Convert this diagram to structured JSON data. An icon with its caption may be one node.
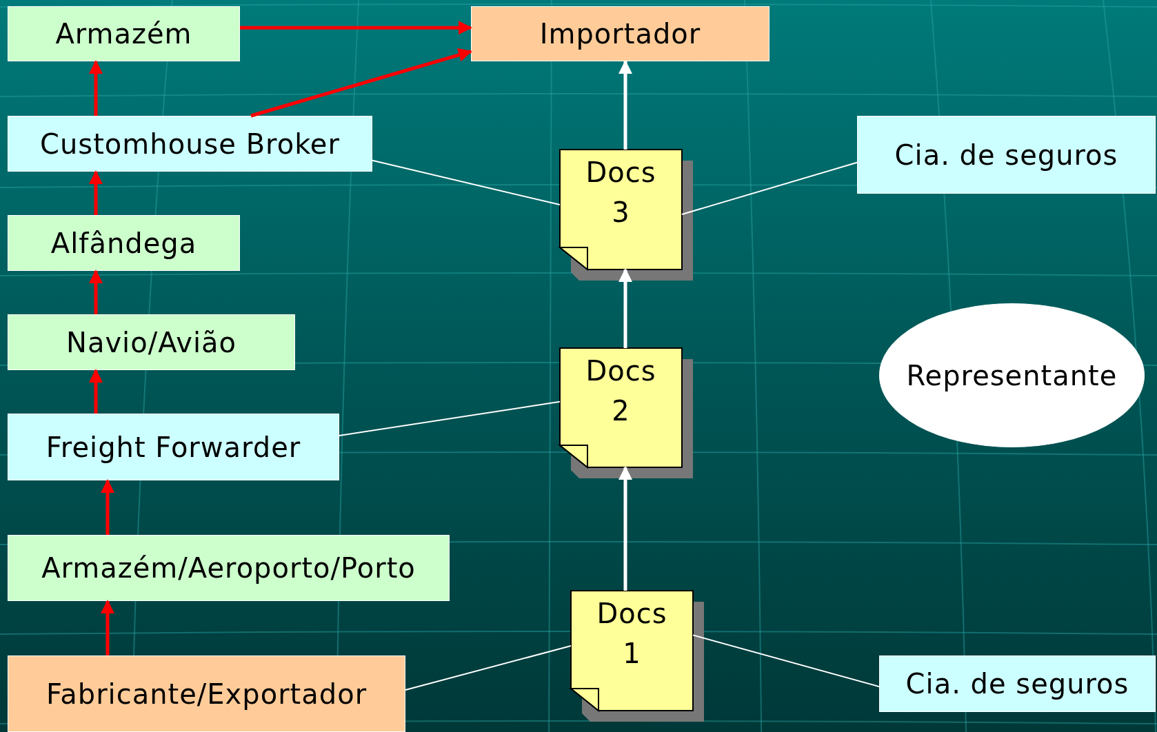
{
  "diagram": {
    "nodes": [
      {
        "text": [
          "Armazém"
        ]
      },
      {
        "text": [
          "Importador"
        ]
      },
      {
        "text": [
          "Customhouse Broker"
        ]
      },
      {
        "text": [
          "Cia. de seguros"
        ]
      },
      {
        "text": [
          "Docs 3"
        ]
      },
      {
        "text": [
          "Alfândega"
        ]
      },
      {
        "text": [
          "Navio/Avião"
        ]
      },
      {
        "text": [
          "Docs 2"
        ]
      },
      {
        "text": [
          "Representante"
        ]
      },
      {
        "text": [
          "Freight Forwarder"
        ]
      },
      {
        "text": [
          "Armazém/Aeroporto/Porto"
        ]
      },
      {
        "text": [
          "Docs 1"
        ]
      },
      {
        "text": [
          "Fabricante/Exportador"
        ]
      },
      {
        "text": [
          "Cia. de seguros"
        ]
      }
    ],
    "edges": [
      {
        "from": 12,
        "to": 10,
        "arrow": "to"
      },
      {
        "from": 10,
        "to": 9,
        "arrow": "to"
      },
      {
        "from": 9,
        "to": 6,
        "arrow": "to"
      },
      {
        "from": 6,
        "to": 5,
        "arrow": "to"
      },
      {
        "from": 5,
        "to": 2,
        "arrow": "to"
      },
      {
        "from": 2,
        "to": 0,
        "arrow": "to"
      },
      {
        "from": 0,
        "to": 1,
        "arrow": "to"
      },
      {
        "from": 2,
        "to": 1,
        "arrow": "to"
      },
      {
        "from": 11,
        "to": 7,
        "arrow": "to",
        "color": "#ffffff"
      },
      {
        "from": 7,
        "to": 4,
        "arrow": "to",
        "color": "#ffffff"
      },
      {
        "from": 4,
        "to": 1,
        "arrow": "to",
        "color": "#ffffff"
      },
      {
        "from": 2,
        "to": 4,
        "arrow": "none",
        "color": "#ffffff"
      },
      {
        "from": 3,
        "to": 4,
        "arrow": "none",
        "color": "#ffffff"
      },
      {
        "from": 9,
        "to": 7,
        "arrow": "none",
        "color": "#ffffff"
      },
      {
        "from": 12,
        "to": 11,
        "arrow": "none",
        "color": "#ffffff"
      },
      {
        "from": 11,
        "to": 13,
        "arrow": "none",
        "color": "#ffffff"
      }
    ]
  }
}
